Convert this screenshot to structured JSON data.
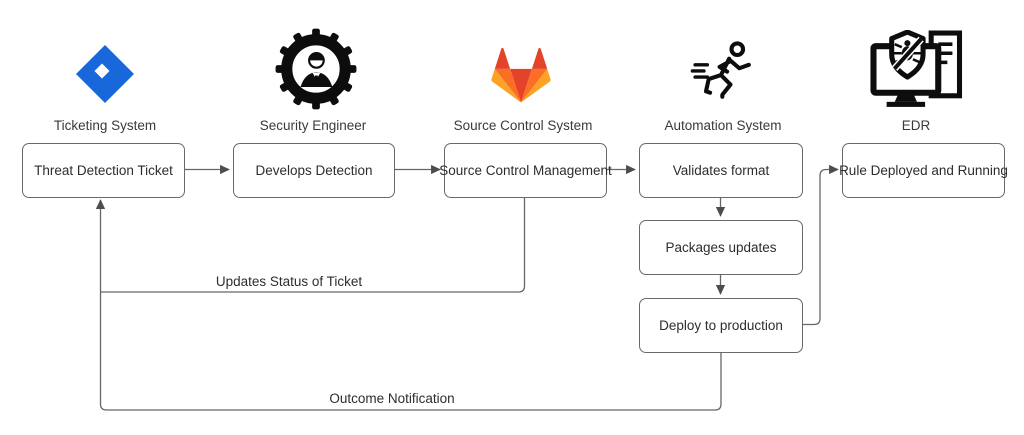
{
  "actors": [
    {
      "label": "Ticketing System",
      "icon": "jira-diamond-icon"
    },
    {
      "label": "Security Engineer",
      "icon": "gear-person-icon"
    },
    {
      "label": "Source Control System",
      "icon": "gitlab-tanuki-icon"
    },
    {
      "label": "Automation System",
      "icon": "running-person-icon"
    },
    {
      "label": "EDR",
      "icon": "shield-bug-monitor-icon"
    }
  ],
  "nodes": [
    {
      "label": "Threat Detection Ticket"
    },
    {
      "label": "Develops Detection"
    },
    {
      "label": "Source Control Management"
    },
    {
      "label": "Validates format"
    },
    {
      "label": "Packages updates"
    },
    {
      "label": "Deploy to production"
    },
    {
      "label": "Rule Deployed and Running"
    }
  ],
  "edges": [
    {
      "from": "Threat Detection Ticket",
      "to": "Develops Detection",
      "label": ""
    },
    {
      "from": "Develops Detection",
      "to": "Source Control Management",
      "label": ""
    },
    {
      "from": "Source Control Management",
      "to": "Validates format",
      "label": ""
    },
    {
      "from": "Validates format",
      "to": "Packages updates",
      "label": ""
    },
    {
      "from": "Packages updates",
      "to": "Deploy to production",
      "label": ""
    },
    {
      "from": "Deploy to production",
      "to": "Rule Deployed and Running",
      "label": ""
    },
    {
      "from": "Source Control Management",
      "to": "Threat Detection Ticket",
      "label": "Updates Status of Ticket"
    },
    {
      "from": "Deploy to production",
      "to": "Threat Detection Ticket",
      "label": "Outcome Notification"
    }
  ],
  "colors": {
    "jira_blue": "#1868DB",
    "gitlab_red": "#E24329",
    "gitlab_orange": "#FC6D26",
    "gitlab_amber": "#FCA326",
    "line_gray": "#666666",
    "arrow_gray": "#4d4d4d",
    "icon_black": "#0D0D0D"
  }
}
